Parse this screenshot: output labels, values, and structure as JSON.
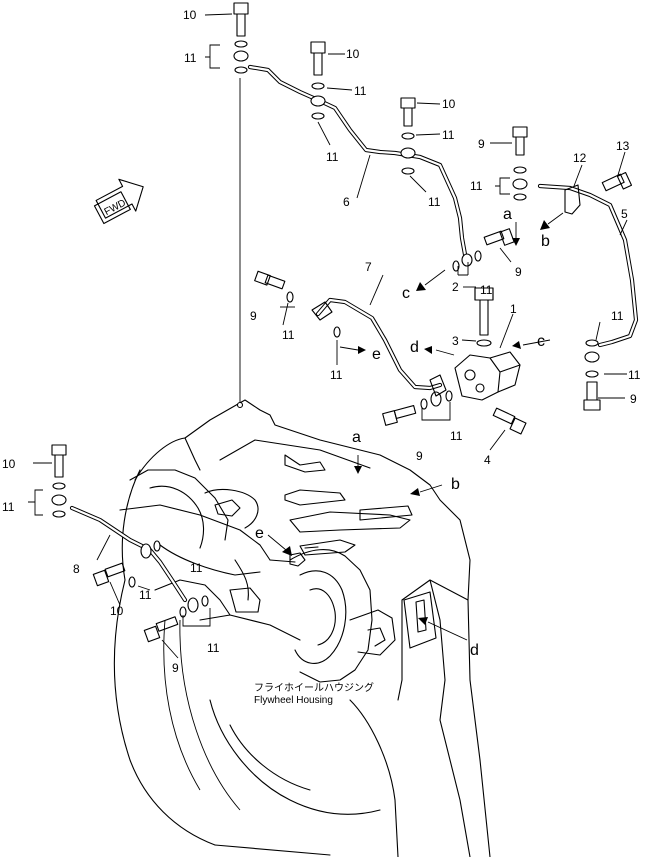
{
  "figure": {
    "fwd_label": "FWD",
    "caption_jp": "フライホイールハウジング",
    "caption_en": "Flywheel Housing"
  },
  "part_numbers": {
    "p1": "1",
    "p2": "2",
    "p3": "3",
    "p4": "4",
    "p5": "5",
    "p6": "6",
    "p7": "7",
    "p8": "8",
    "p9": "9",
    "p10": "10",
    "p11": "11",
    "p12": "12",
    "p13": "13"
  },
  "connection_letters": {
    "a": "a",
    "b": "b",
    "c": "c",
    "d": "d",
    "e": "e"
  }
}
